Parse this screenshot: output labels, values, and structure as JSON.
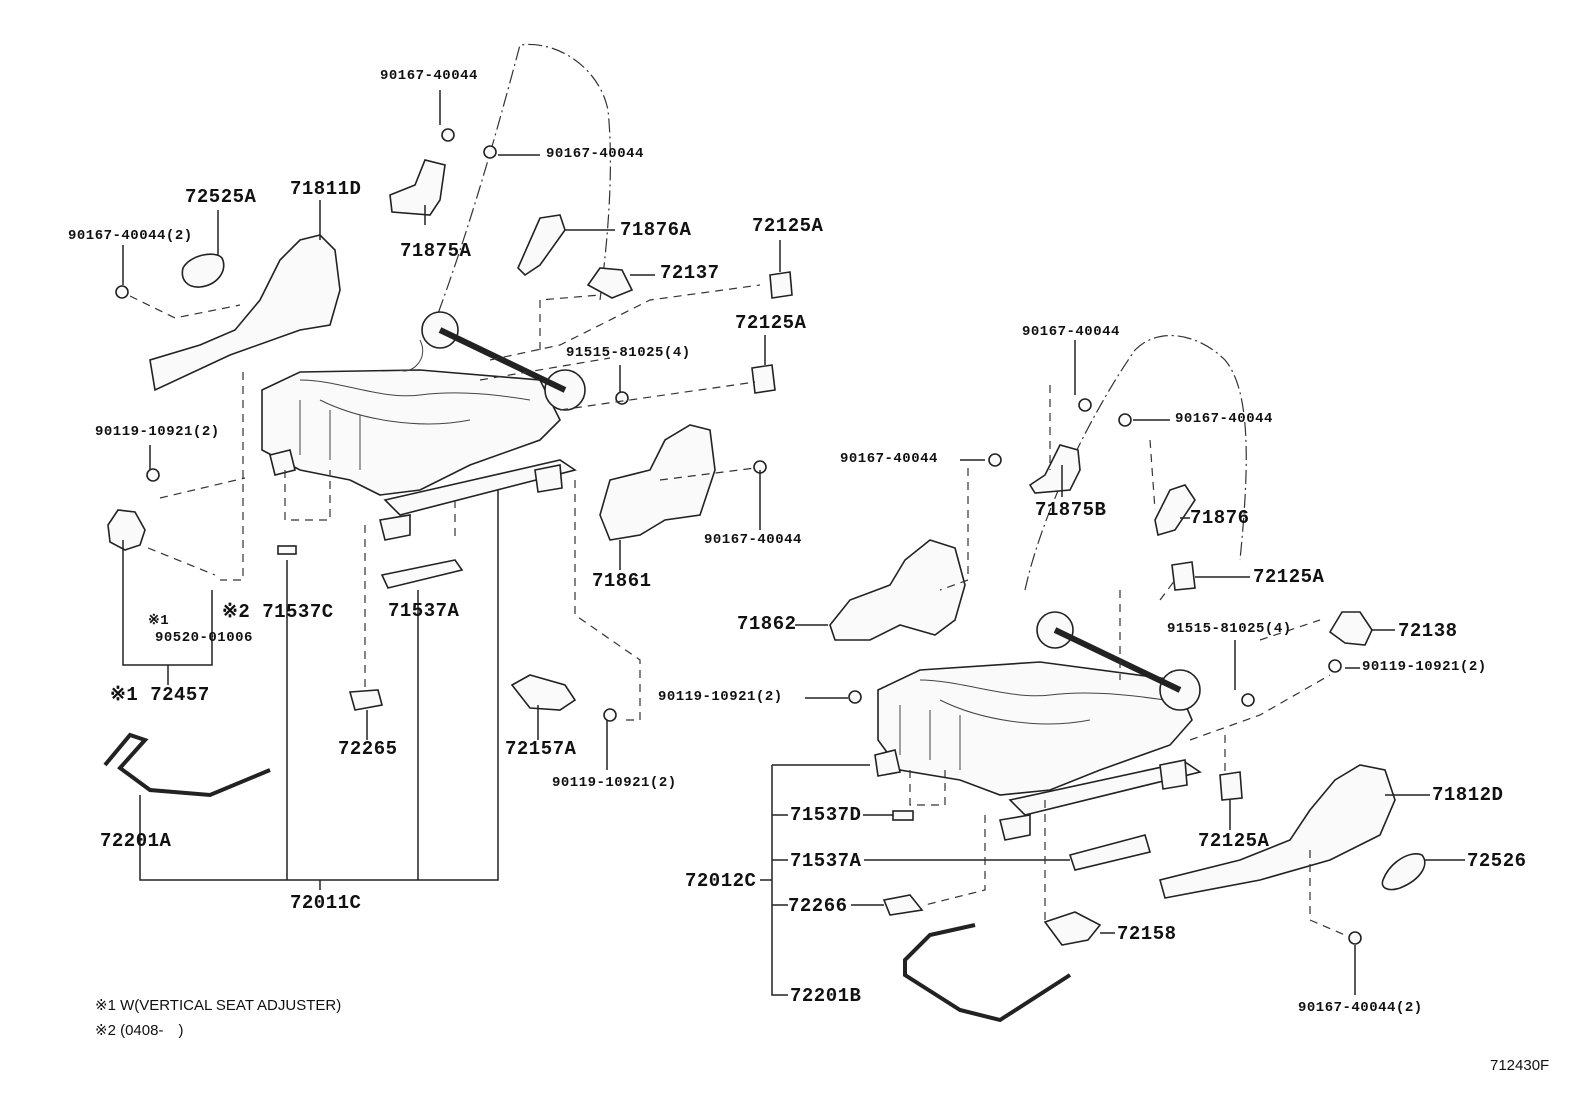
{
  "labels": {
    "p_90167_40044_a": "90167-40044",
    "p_90167_40044_b": "90167-40044",
    "p_72525A": "72525A",
    "p_71811D": "71811D",
    "p_90167_40044_2_a": "90167-40044(2)",
    "p_71875A": "71875A",
    "p_71876A": "71876A",
    "p_72125A_a": "72125A",
    "p_72137": "72137",
    "p_72125A_b": "72125A",
    "p_91515_81025_4_a": "91515-81025(4)",
    "p_90119_10921_2_a": "90119-10921(2)",
    "p_90167_40044_c": "90167-40044",
    "p_71861": "71861",
    "p_x2_71537C": "※2 71537C",
    "p_71537A_a": "71537A",
    "p_x1": "※1",
    "p_90520_01006": "90520-01006",
    "p_x1_72457": "※1 72457",
    "p_72265": "72265",
    "p_72157A": "72157A",
    "p_90119_10921_2_b": "90119-10921(2)",
    "p_72201A": "72201A",
    "p_72011C": "72011C",
    "p_90167_40044_d": "90167-40044",
    "p_90167_40044_e": "90167-40044",
    "p_90167_40044_f": "90167-40044",
    "p_71875B": "71875B",
    "p_71876": "71876",
    "p_71862": "71862",
    "p_72125A_c": "72125A",
    "p_91515_81025_4_b": "91515-81025(4)",
    "p_72138": "72138",
    "p_90119_10921_2_c": "90119-10921(2)",
    "p_90119_10921_2_d": "90119-10921(2)",
    "p_71812D": "71812D",
    "p_71537D": "71537D",
    "p_71537A_b": "71537A",
    "p_72012C": "72012C",
    "p_72125A_d": "72125A",
    "p_72526": "72526",
    "p_72266": "72266",
    "p_72158": "72158",
    "p_72201B": "72201B",
    "p_90167_40044_2_b": "90167-40044(2)"
  },
  "notes": {
    "note1": "※1 W(VERTICAL SEAT ADJUSTER)",
    "note2": "※2 (0408-　)"
  },
  "figure_id": "712430F"
}
